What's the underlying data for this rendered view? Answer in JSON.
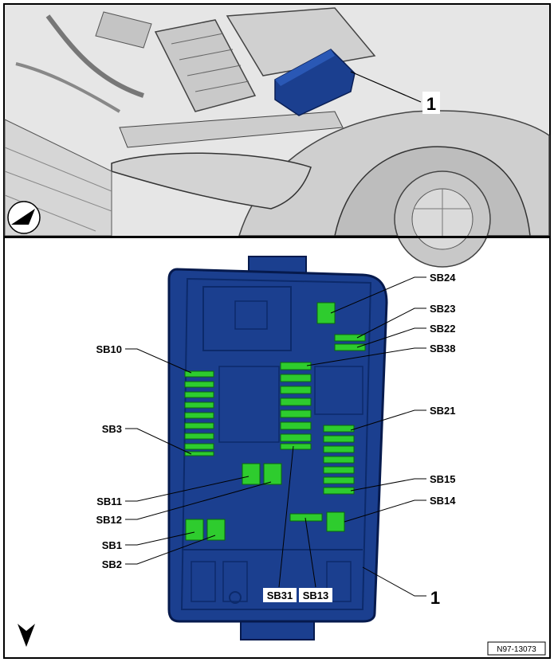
{
  "top_view": {
    "callout": "1"
  },
  "bottom_view": {
    "callout": "1",
    "labels": {
      "sb24": "SB24",
      "sb23": "SB23",
      "sb22": "SB22",
      "sb38": "SB38",
      "sb10": "SB10",
      "sb3": "SB3",
      "sb21": "SB21",
      "sb15": "SB15",
      "sb14": "SB14",
      "sb11": "SB11",
      "sb12": "SB12",
      "sb1": "SB1",
      "sb2": "SB2",
      "sb31": "SB31",
      "sb13": "SB13"
    }
  },
  "reference_code": "N97-13073",
  "colors": {
    "fuse_box": "#1b3f8f",
    "fuse": "#2ecc2e",
    "engine_gray": "#d8d8d8"
  },
  "icons": {
    "top_direction": "arrow-left-icon",
    "bottom_direction": "arrow-down-icon"
  }
}
